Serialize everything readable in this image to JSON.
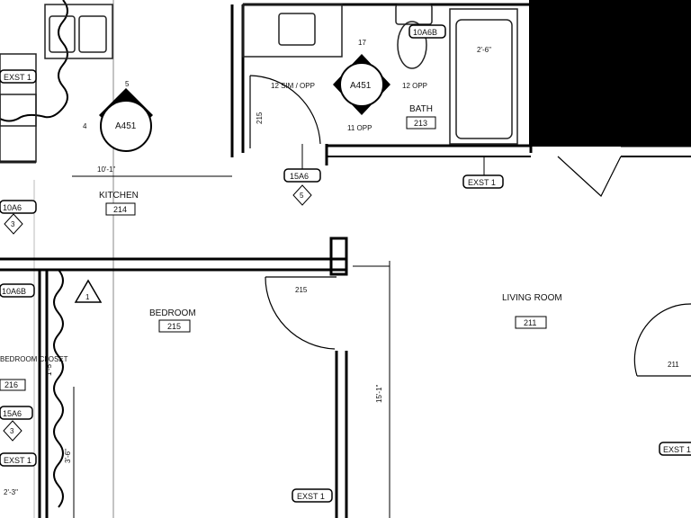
{
  "rooms": {
    "kitchen": {
      "name": "KITCHEN",
      "number": "214"
    },
    "bath": {
      "name": "BATH",
      "number": "213"
    },
    "bedroom": {
      "name": "BEDROOM",
      "number": "215"
    },
    "living": {
      "name": "LIVING ROOM",
      "number": "211"
    },
    "bedroom_closet": {
      "name": "BEDROOM CLOSET",
      "number": "216"
    }
  },
  "elevations": {
    "kitchen_marker": {
      "sheet": "A451",
      "top": "5",
      "left": "4"
    },
    "bath_marker": {
      "sheet": "A451",
      "top": "17",
      "left": "12 SIM / OPP",
      "right": "12 OPP",
      "bottom": "11 OPP"
    }
  },
  "tags": {
    "exst_top_left": "EXST 1",
    "exst_bath": "EXST 1",
    "exst_left_mid": "EXST 1",
    "exst_bottom": "EXST 1",
    "exst_right": "EXST 1",
    "door_bath": "10A6B",
    "door_kitchen": "15A6",
    "door_left": "10A6",
    "door_closet": "10A6B",
    "door_left2": "15A6",
    "hex_kitchen": "5",
    "hex_left": "3",
    "hex_left2": "3"
  },
  "dimensions": {
    "kitchen_width": "10'-1\"",
    "tub_width": "2'-6\"",
    "door_215_upper": "215",
    "door_215": "215",
    "door_211": "211",
    "bed_height": "15'-1\"",
    "closet_a": "1'-5\"",
    "closet_b": "3'-6\"",
    "bottom_left": "2'-3\""
  },
  "revision": {
    "number": "1"
  }
}
